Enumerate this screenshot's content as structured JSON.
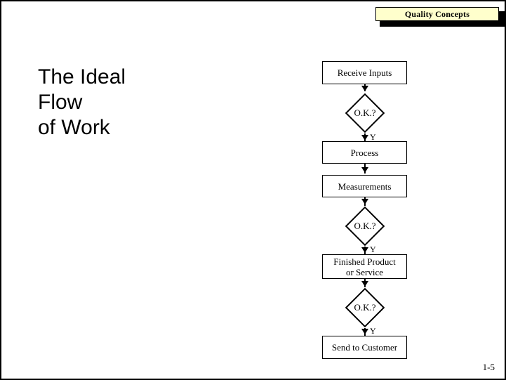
{
  "slide": {
    "banner_label": "Quality Concepts",
    "banner_color": "#ffffcc",
    "banner_border_color": "#000000",
    "shadow_color": "#000000",
    "background": "#ffffff",
    "page_number": "1-5"
  },
  "title": {
    "line1": "The Ideal",
    "line2": "Flow",
    "line3": "of Work"
  },
  "flow": {
    "nodes": [
      {
        "id": "receive-inputs",
        "type": "process",
        "label": "Receive Inputs"
      },
      {
        "id": "ok-1",
        "type": "decision",
        "label": "O.K.?"
      },
      {
        "id": "process",
        "type": "process",
        "label": "Process"
      },
      {
        "id": "measurements",
        "type": "process",
        "label": "Measurements"
      },
      {
        "id": "ok-2",
        "type": "decision",
        "label": "O.K.?"
      },
      {
        "id": "finished-product",
        "type": "process",
        "label_line1": "Finished Product",
        "label_line2": "or Service"
      },
      {
        "id": "ok-3",
        "type": "decision",
        "label": "O.K.?"
      },
      {
        "id": "send-to-customer",
        "type": "process",
        "label": "Send to Customer"
      }
    ],
    "branch_labels": {
      "yes_1": "Y",
      "yes_2": "Y",
      "yes_3": "Y"
    }
  }
}
